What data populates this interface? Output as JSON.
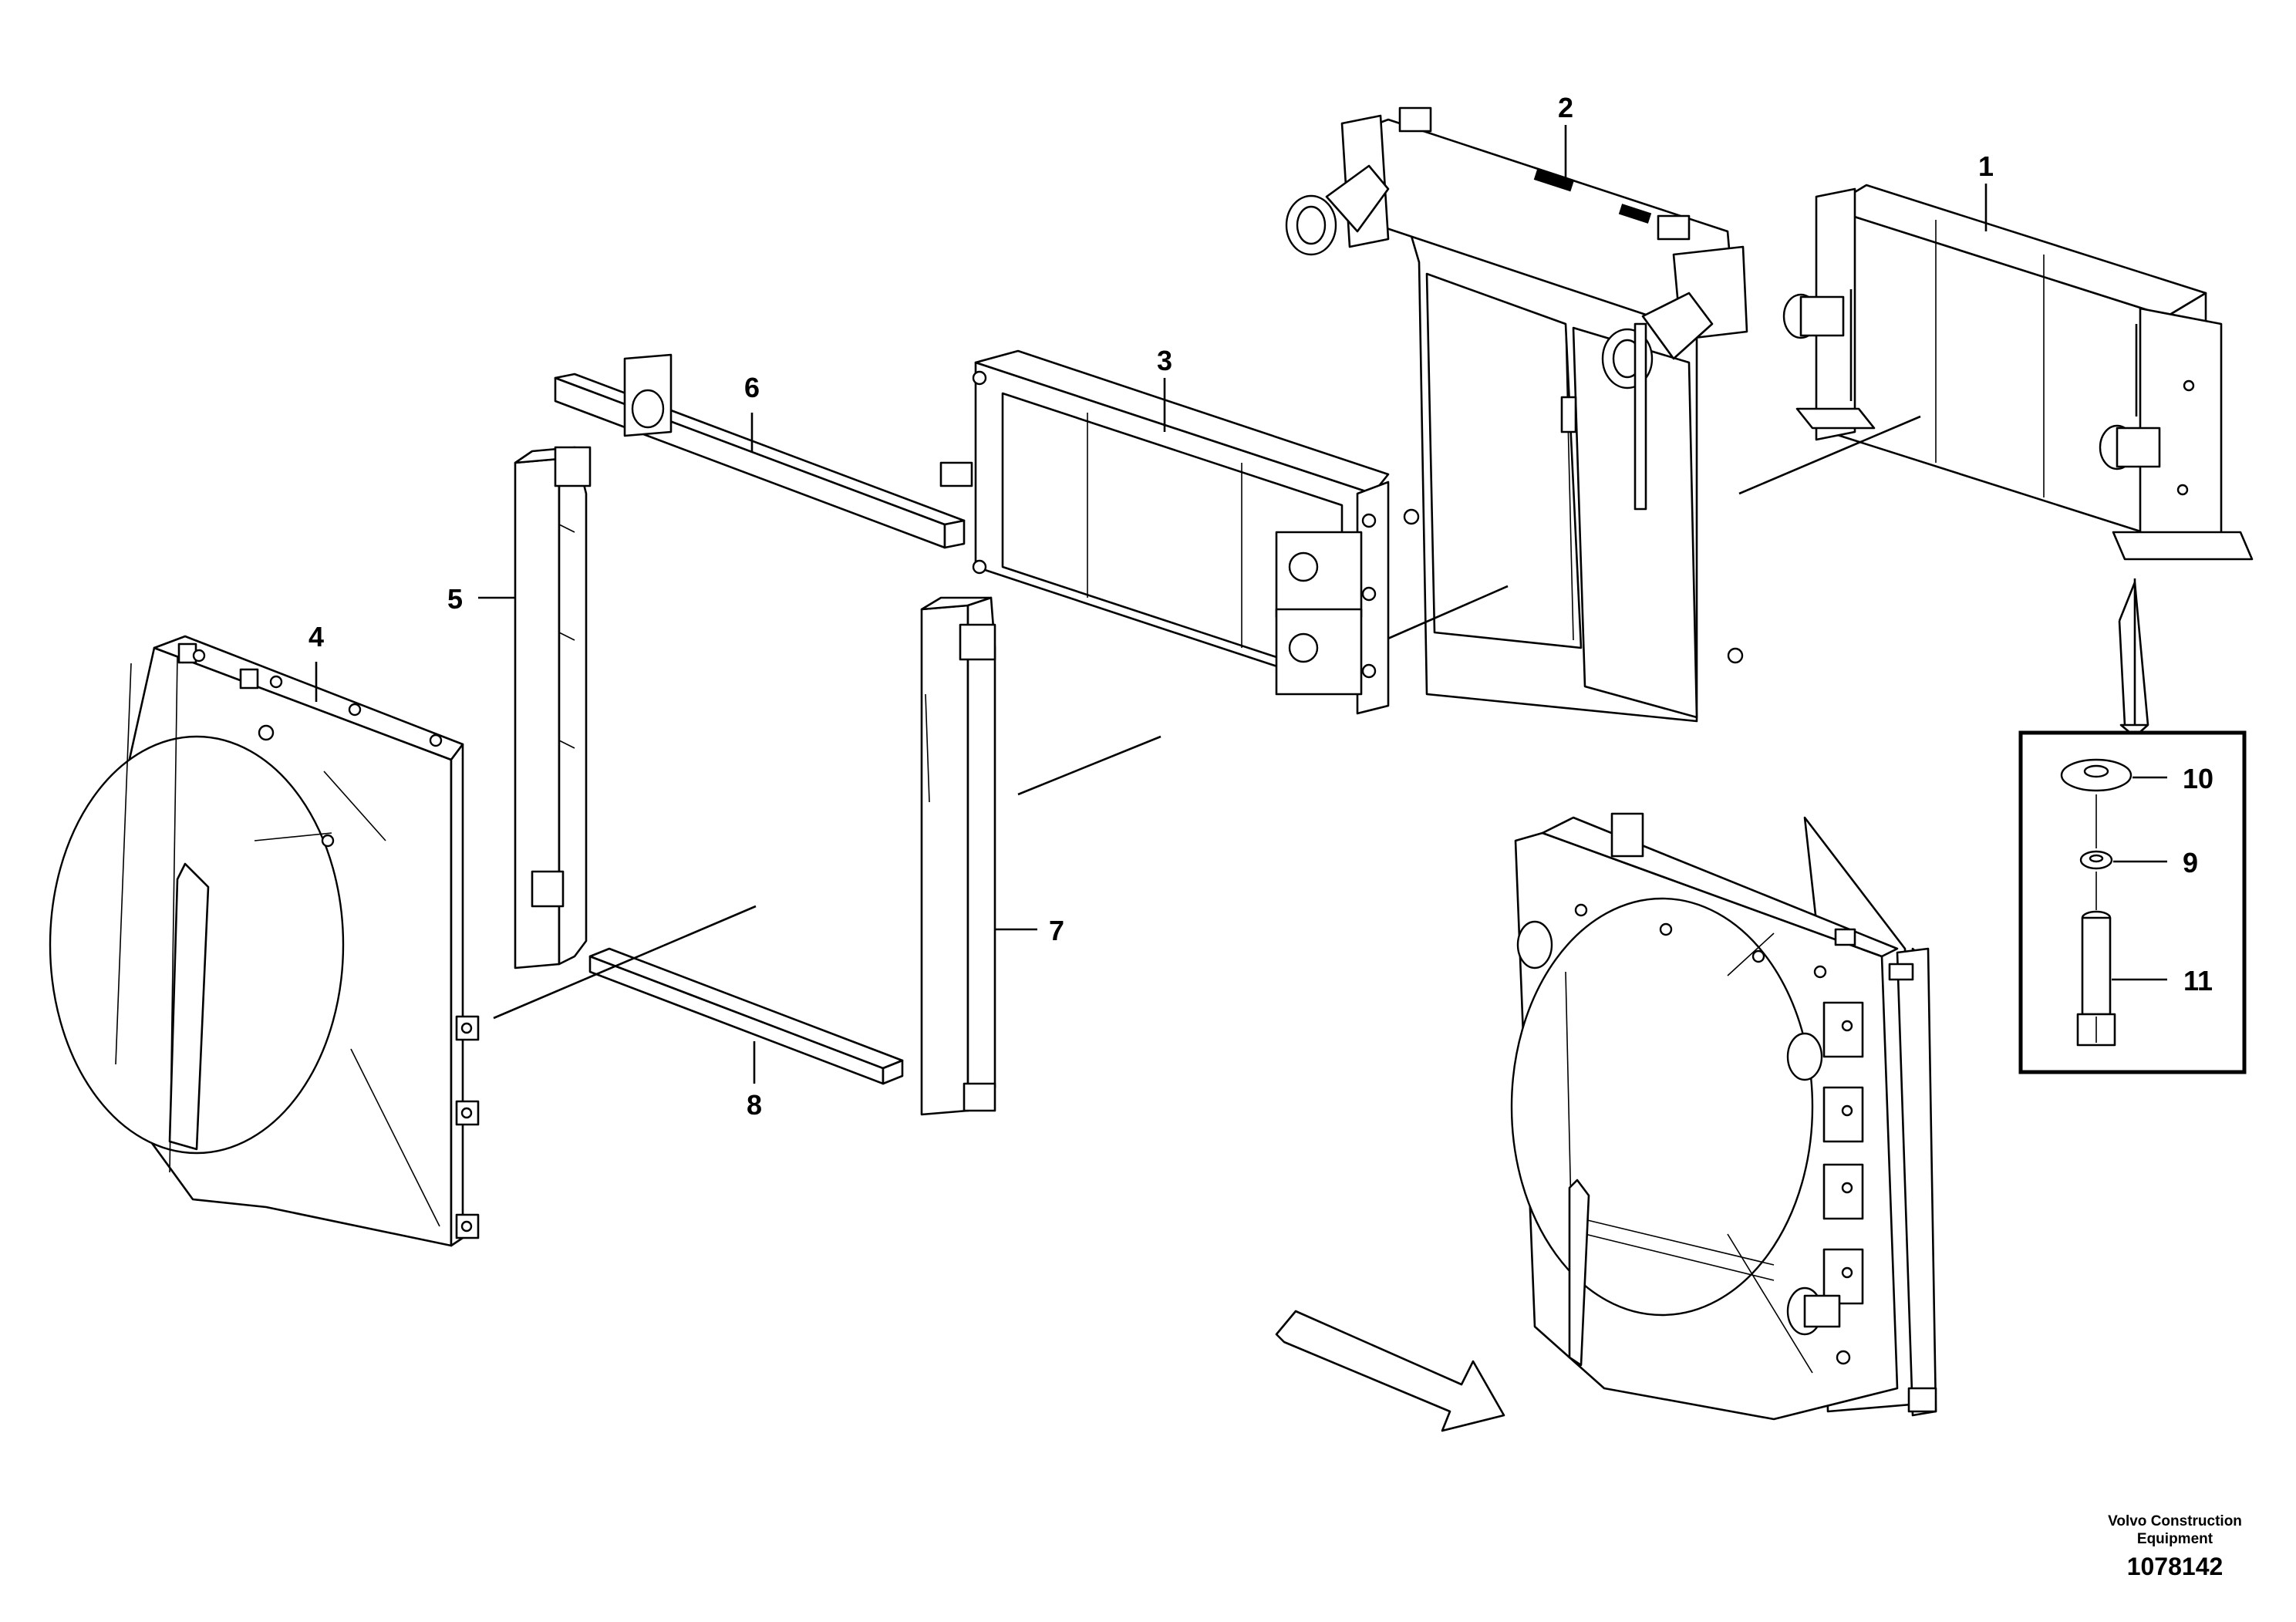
{
  "callouts": {
    "c1": "1",
    "c2": "2",
    "c3": "3",
    "c4": "4",
    "c5": "5",
    "c6": "6",
    "c7": "7",
    "c8": "8",
    "c9": "9",
    "c10": "10",
    "c11": "11"
  },
  "brand": {
    "line1": "Volvo Construction",
    "line2": "Equipment"
  },
  "drawing_number": "1078142"
}
